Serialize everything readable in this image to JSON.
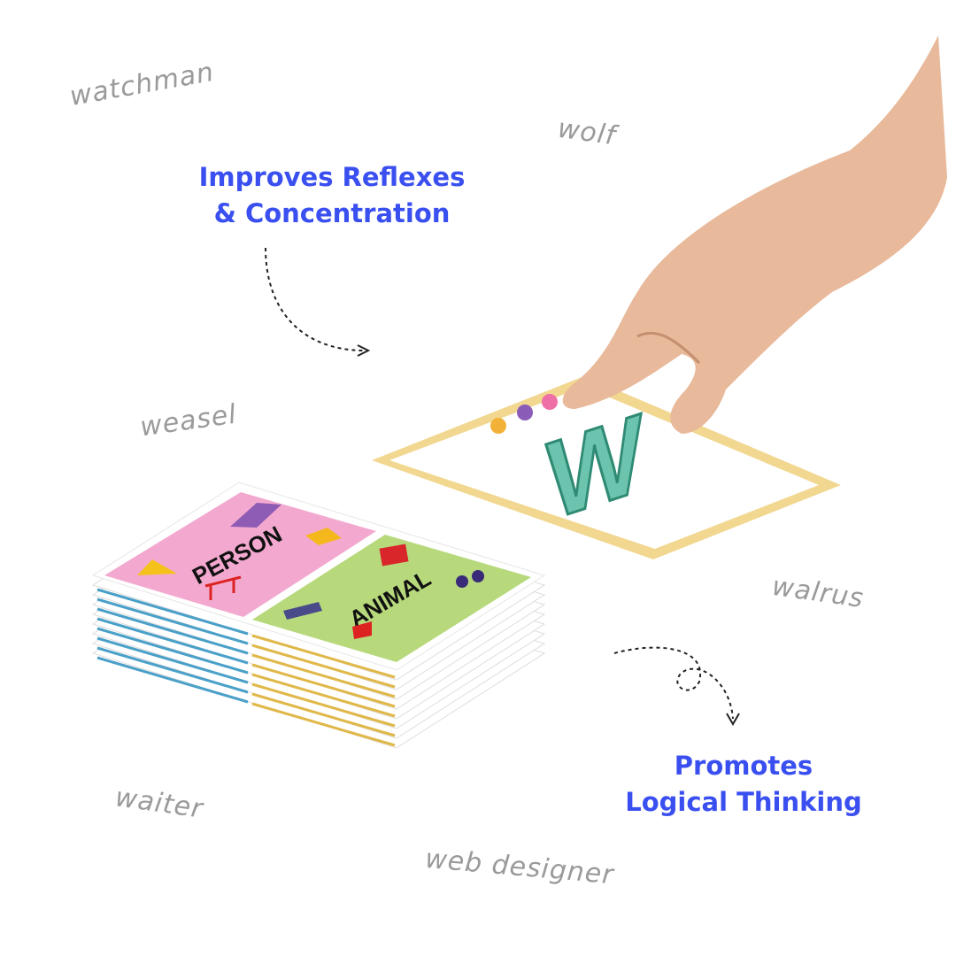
{
  "scatter_words": [
    "watchman",
    "wolf",
    "weasel",
    "walrus",
    "waiter",
    "web designer"
  ],
  "headlines": {
    "top": {
      "line1": "Improves Reflexes",
      "line2": "& Concentration"
    },
    "bottom": {
      "line1": "Promotes",
      "line2": "Logical Thinking"
    }
  },
  "cards": {
    "stack_left_label": "PERSON",
    "stack_right_label": "ANIMAL",
    "letter_card": "W"
  },
  "colors": {
    "accent": "#3a4ff0",
    "pink": "#f3a9cf",
    "green": "#b7d97c",
    "letter": "#6cc3ae",
    "card_border": "#f1d58a"
  }
}
